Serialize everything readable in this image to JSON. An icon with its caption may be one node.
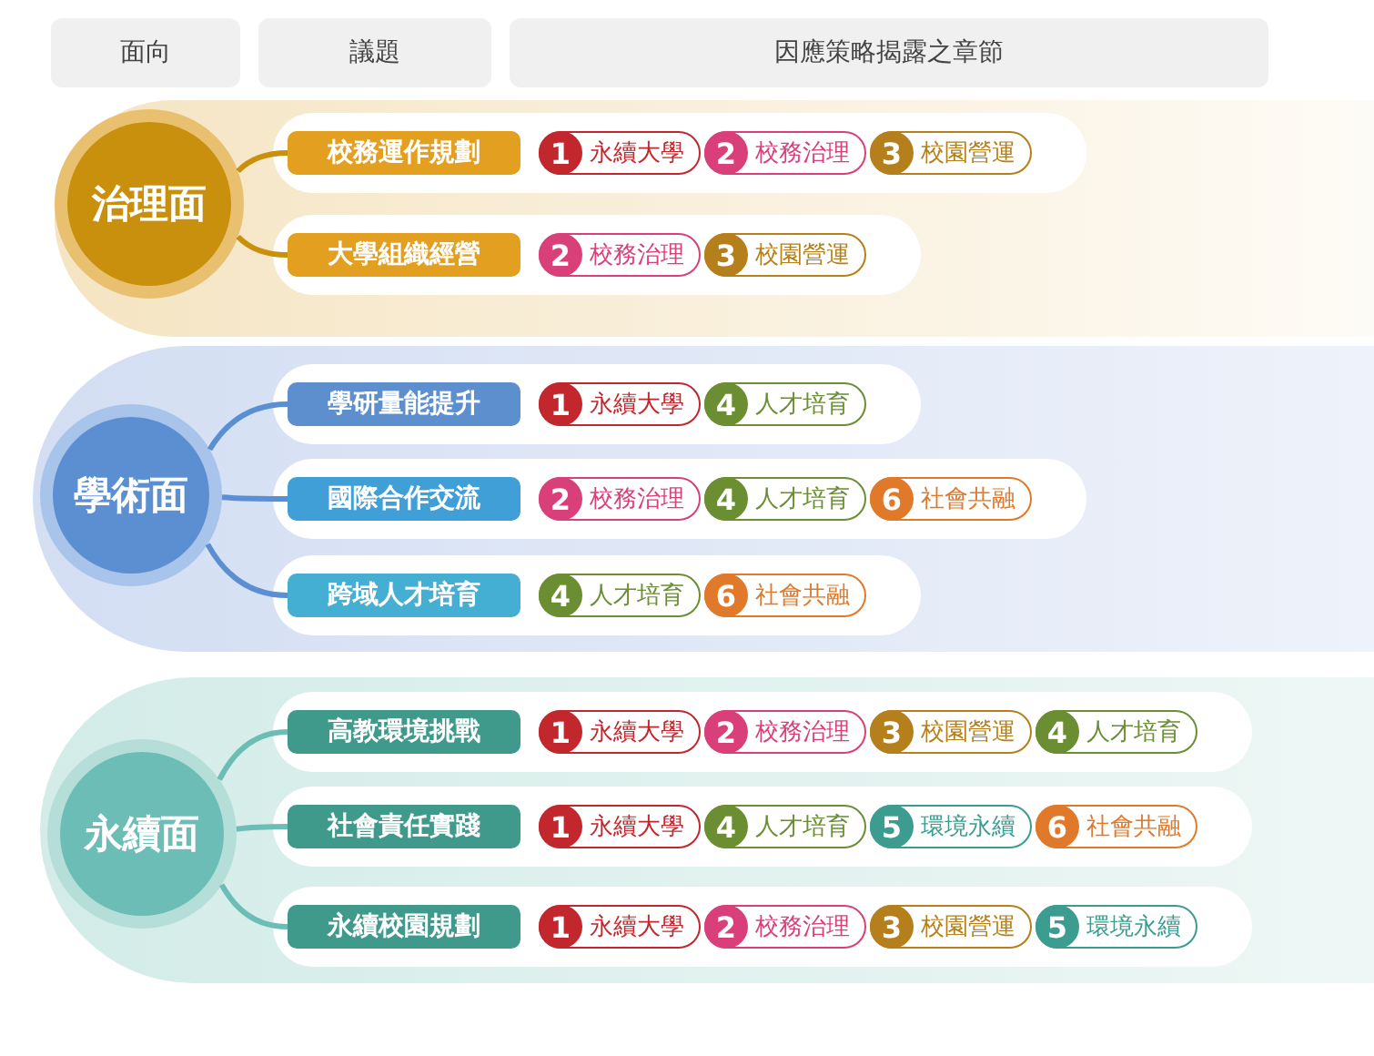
{
  "diagram": {
    "nodes": [
      {
        "text": [
          "面向"
        ]
      },
      {
        "text": [
          "議題"
        ]
      },
      {
        "text": [
          "因應策略揭露之章節"
        ]
      },
      {
        "text": [
          "治理面"
        ]
      },
      {
        "text": [
          "校務運作規劃"
        ]
      },
      {
        "text": [
          "1",
          "永續大學"
        ]
      },
      {
        "text": [
          "2",
          "校務治理"
        ]
      },
      {
        "text": [
          "3",
          "校園營運"
        ]
      },
      {
        "text": [
          "大學組織經營"
        ]
      },
      {
        "text": [
          "2",
          "校務治理"
        ]
      },
      {
        "text": [
          "3",
          "校園營運"
        ]
      },
      {
        "text": [
          "學術面"
        ]
      },
      {
        "text": [
          "學研量能提升"
        ]
      },
      {
        "text": [
          "1",
          "永續大學"
        ]
      },
      {
        "text": [
          "4",
          "人才培育"
        ]
      },
      {
        "text": [
          "國際合作交流"
        ]
      },
      {
        "text": [
          "2",
          "校務治理"
        ]
      },
      {
        "text": [
          "4",
          "人才培育"
        ]
      },
      {
        "text": [
          "6",
          "社會共融"
        ]
      },
      {
        "text": [
          "跨域人才培育"
        ]
      },
      {
        "text": [
          "4",
          "人才培育"
        ]
      },
      {
        "text": [
          "6",
          "社會共融"
        ]
      },
      {
        "text": [
          "永續面"
        ]
      },
      {
        "text": [
          "高教環境挑戰"
        ]
      },
      {
        "text": [
          "1",
          "永續大學"
        ]
      },
      {
        "text": [
          "2",
          "校務治理"
        ]
      },
      {
        "text": [
          "3",
          "校園營運"
        ]
      },
      {
        "text": [
          "4",
          "人才培育"
        ]
      },
      {
        "text": [
          "社會責任實踐"
        ]
      },
      {
        "text": [
          "1",
          "永續大學"
        ]
      },
      {
        "text": [
          "4",
          "人才培育"
        ]
      },
      {
        "text": [
          "5",
          "環境永續"
        ]
      },
      {
        "text": [
          "6",
          "社會共融"
        ]
      },
      {
        "text": [
          "永續校園規劃"
        ]
      },
      {
        "text": [
          "1",
          "永續大學"
        ]
      },
      {
        "text": [
          "2",
          "校務治理"
        ]
      },
      {
        "text": [
          "3",
          "校園營運"
        ]
      },
      {
        "text": [
          "5",
          "環境永續"
        ]
      }
    ],
    "edges": [
      {
        "from": 3,
        "to": 4,
        "arrow": "none",
        "color": "#c8900c"
      },
      {
        "from": 3,
        "to": 8,
        "arrow": "none",
        "color": "#c8900c"
      },
      {
        "from": 11,
        "to": 12,
        "arrow": "none",
        "color": "#5b8fd2"
      },
      {
        "from": 11,
        "to": 15,
        "arrow": "none",
        "color": "#5b8fd2"
      },
      {
        "from": 11,
        "to": 19,
        "arrow": "none",
        "color": "#5b8fd2"
      },
      {
        "from": 22,
        "to": 23,
        "arrow": "none",
        "color": "#6cbdb5"
      },
      {
        "from": 22,
        "to": 28,
        "arrow": "none",
        "color": "#6cbdb5"
      },
      {
        "from": 22,
        "to": 33,
        "arrow": "none",
        "color": "#6cbdb5"
      }
    ]
  }
}
